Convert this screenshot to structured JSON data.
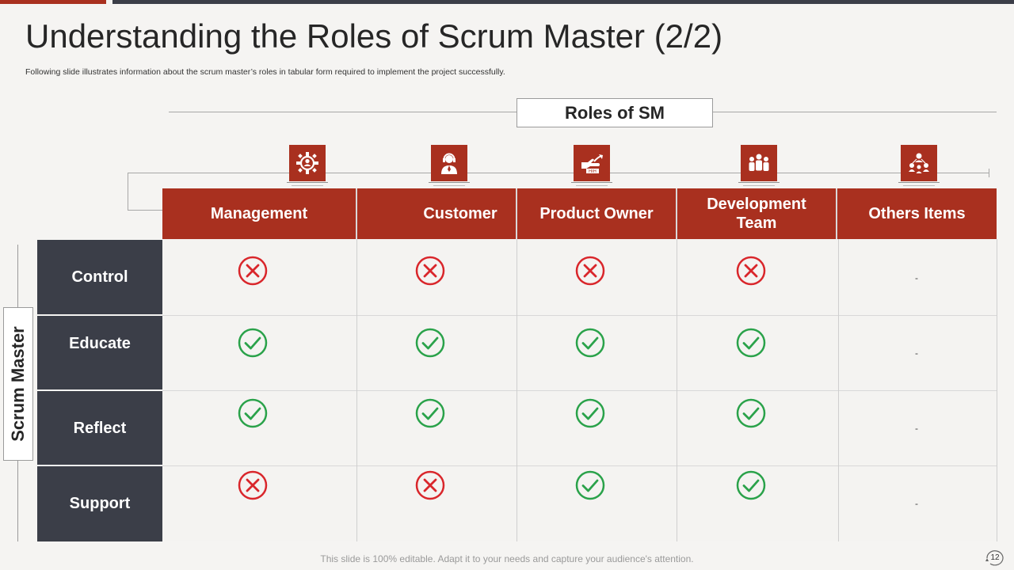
{
  "title": "Understanding the Roles of Scrum Master (2/2)",
  "subtitle": "Following slide illustrates information about the scrum master’s roles in tabular form required to implement the project successfully.",
  "roles_label": "Roles of SM",
  "side_label": "Scrum Master",
  "columns": [
    {
      "label": "Management",
      "icon": "gear-person-icon"
    },
    {
      "label": "Customer",
      "icon": "headset-person-icon"
    },
    {
      "label": "Product Owner",
      "icon": "owner-hand-icon"
    },
    {
      "label": "Development Team",
      "icon": "team-group-icon"
    },
    {
      "label": "Others Items",
      "icon": "network-people-icon"
    }
  ],
  "rows": [
    {
      "label": "Control",
      "values": [
        "cross",
        "cross",
        "cross",
        "cross"
      ],
      "other": "-"
    },
    {
      "label": "Educate",
      "values": [
        "check",
        "check",
        "check",
        "check"
      ],
      "other": "-"
    },
    {
      "label": "Reflect",
      "values": [
        "check",
        "check",
        "check",
        "check"
      ],
      "other": "-"
    },
    {
      "label": "Support",
      "values": [
        "cross",
        "cross",
        "check",
        "check"
      ],
      "other": "-"
    }
  ],
  "colors": {
    "accent": "#a9301f",
    "dark": "#3b3e48",
    "check": "#2aa24a",
    "cross": "#d9262b"
  },
  "footer": "This slide is 100% editable. Adapt it to your needs and capture your audience's attention.",
  "page_number": "12"
}
